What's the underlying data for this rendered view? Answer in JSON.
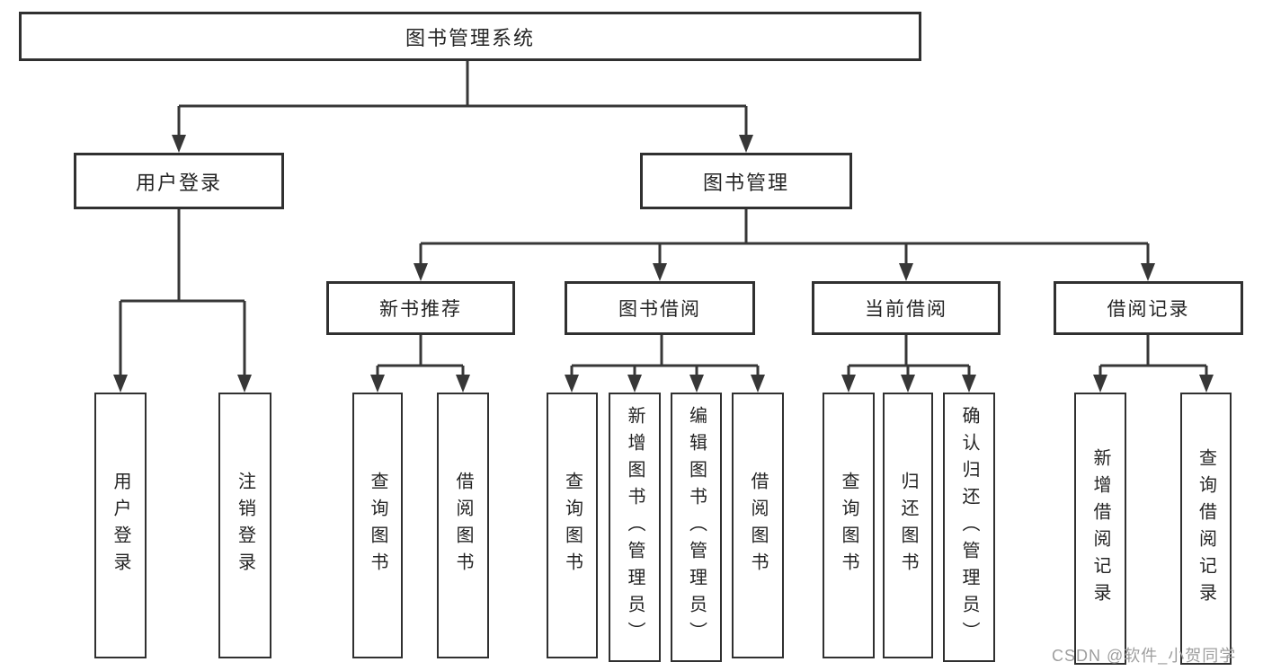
{
  "page": {
    "background": "#ffffff"
  },
  "colors": {
    "line": "#373737",
    "box_border": "#303030",
    "text": "#242424",
    "watermark": "#9e9e9e"
  },
  "watermark": {
    "text": "CSDN @软件_小贺同学"
  },
  "tree": {
    "root": {
      "label": "图书管理系统"
    },
    "branches": [
      {
        "label": "用户登录",
        "children": [
          {
            "label": "用户登录"
          },
          {
            "label": "注销登录"
          }
        ]
      },
      {
        "label": "图书管理",
        "children": [
          {
            "label": "新书推荐",
            "children": [
              {
                "label": "查询图书"
              },
              {
                "label": "借阅图书"
              }
            ]
          },
          {
            "label": "图书借阅",
            "children": [
              {
                "label": "查询图书"
              },
              {
                "label": "新增图书（管理员）"
              },
              {
                "label": "编辑图书（管理员）"
              },
              {
                "label": "借阅图书"
              }
            ]
          },
          {
            "label": "当前借阅",
            "children": [
              {
                "label": "查询图书"
              },
              {
                "label": "归还图书"
              },
              {
                "label": "确认归还（管理员）"
              }
            ]
          },
          {
            "label": "借阅记录",
            "children": [
              {
                "label": "新增借阅记录"
              },
              {
                "label": "查询借阅记录"
              }
            ]
          }
        ]
      }
    ]
  }
}
